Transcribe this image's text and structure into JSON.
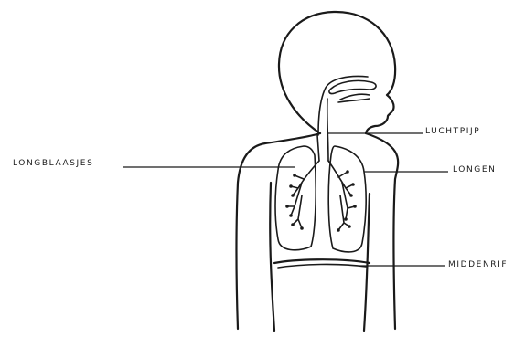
{
  "labels": {
    "luchtpijp": "LUCHTPIJP",
    "longblaasjes": "LONGBLAASJES",
    "longen": "LONGEN",
    "middenrif": "MIDDENRIF"
  },
  "colors": {
    "ink": "#1a1a1a",
    "paper": "#ffffff"
  }
}
